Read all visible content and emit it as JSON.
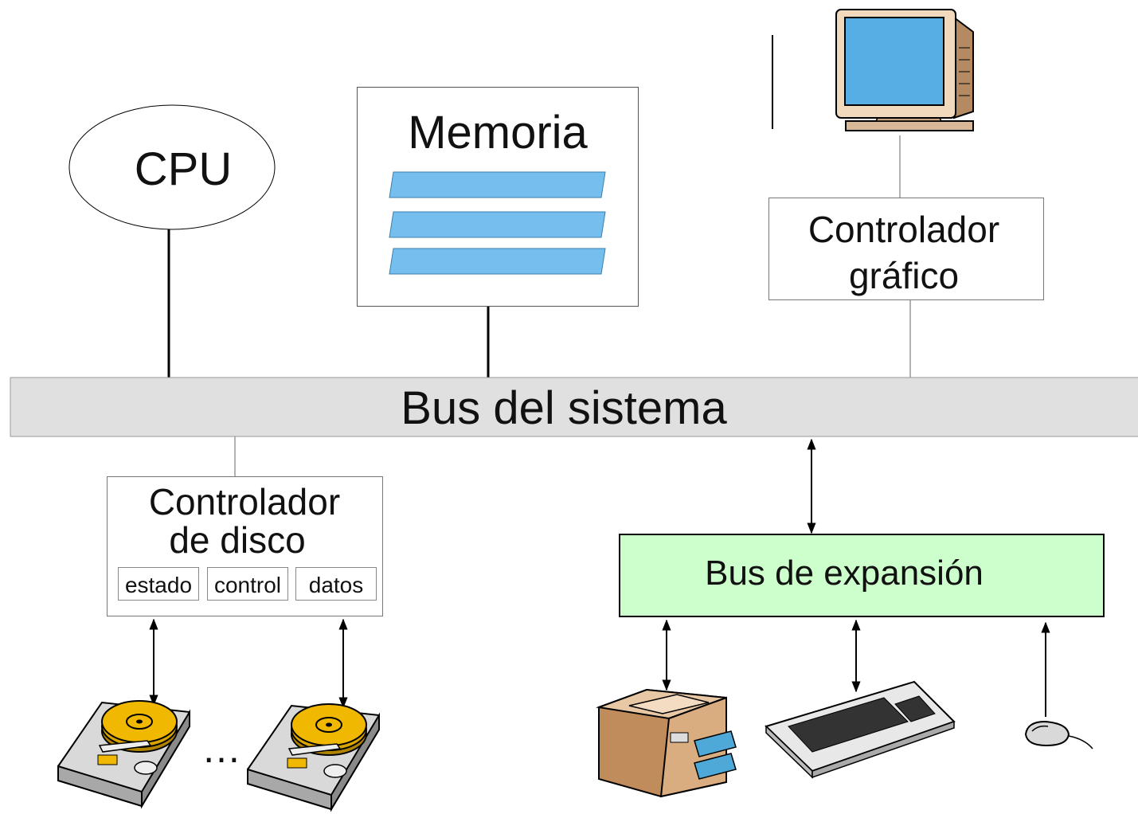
{
  "cpu": {
    "label": "CPU"
  },
  "memoria": {
    "label": "Memoria"
  },
  "controlador_grafico": {
    "line1": "Controlador",
    "line2": "gráfico"
  },
  "bus_sistema": {
    "label": "Bus del sistema"
  },
  "controlador_disco": {
    "line1": "Controlador",
    "line2": "de disco",
    "registers": [
      "estado",
      "control",
      "datos"
    ]
  },
  "bus_expansion": {
    "label": "Bus de expansión"
  },
  "ellipsis": "…",
  "devices": {
    "monitor": "monitor-icon",
    "disk": "hard-disk-icon",
    "printer": "printer-icon",
    "keyboard": "keyboard-icon",
    "mouse": "mouse-icon"
  },
  "colors": {
    "bus_sistema": "#e0e0e0",
    "bus_expansion": "#ccffcc",
    "memory_bars": "#74bfee",
    "screen": "#56aee4",
    "disk_platter": "#f0b800"
  }
}
